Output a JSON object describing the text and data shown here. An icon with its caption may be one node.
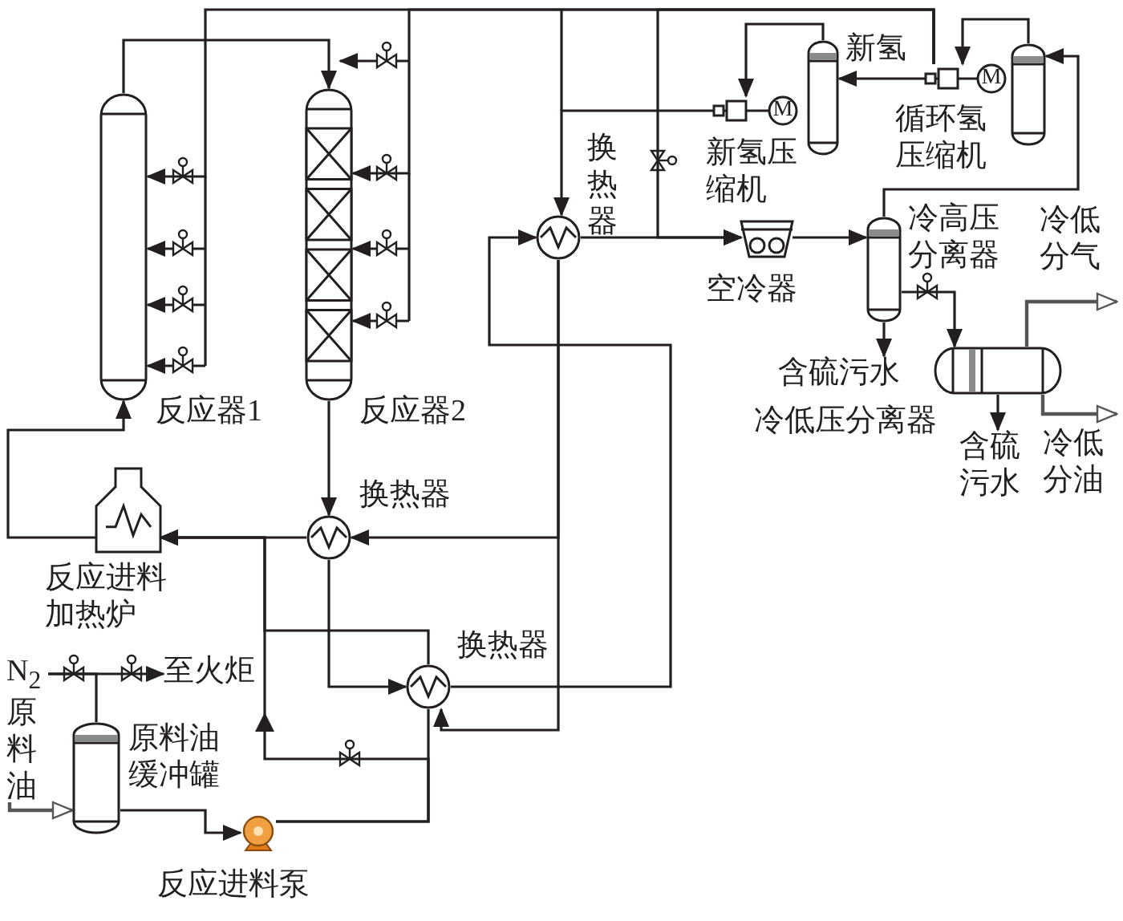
{
  "diagram": {
    "nodes": [
      {
        "text": [
          "反应器1"
        ]
      },
      {
        "text": [
          "反应器2"
        ]
      },
      {
        "text": [
          "换热器"
        ]
      },
      {
        "text": [
          "新氢压缩机"
        ]
      },
      {
        "text": [],
        "shape": "cylinder",
        "beside": [
          "新氢"
        ]
      },
      {
        "text": [
          "循环氢压缩机"
        ]
      },
      {
        "text": [],
        "shape": "cylinder"
      },
      {
        "text": [
          "空冷器"
        ]
      },
      {
        "text": [
          "冷高压分离器"
        ]
      },
      {
        "text": [
          "冷低压分离器"
        ]
      },
      {
        "text": [
          "含硫污水"
        ]
      },
      {
        "text": [
          "换热器"
        ]
      },
      {
        "text": [
          "反应进料加热炉"
        ]
      },
      {
        "text": [
          "换热器"
        ]
      },
      {
        "text": [
          "原料油缓冲罐"
        ]
      },
      {
        "text": [
          "反应进料泵"
        ]
      },
      {
        "text": [
          "至火炬"
        ]
      },
      {
        "text": [
          "N$_{2}$"
        ]
      },
      {
        "text": [
          "含硫污水"
        ]
      },
      {
        "text": [
          "冷低分气"
        ]
      },
      {
        "text": [
          "冷低分油"
        ]
      },
      {
        "text": [
          "原料油"
        ]
      }
    ],
    "edges": [
      {
        "from": 12,
        "to": 0,
        "arrow": "to"
      },
      {
        "from": 0,
        "to": 1,
        "arrow": "to"
      },
      {
        "from": 1,
        "to": 11,
        "arrow": "to"
      },
      {
        "from": 11,
        "to": 12,
        "arrow": "to"
      },
      {
        "from": 11,
        "to": 13,
        "arrow": "to"
      },
      {
        "from": 2,
        "to": 11,
        "arrow": "to"
      },
      {
        "from": 2,
        "to": 13,
        "arrow": "to"
      },
      {
        "from": 13,
        "to": 2,
        "arrow": "to"
      },
      {
        "from": 15,
        "to": 13,
        "arrow": "none"
      },
      {
        "from": 13,
        "to": 12,
        "arrow": "to"
      },
      {
        "from": 2,
        "to": 7,
        "arrow": "to"
      },
      {
        "from": 7,
        "to": 8,
        "arrow": "to"
      },
      {
        "from": 8,
        "to": 6,
        "arrow": "to"
      },
      {
        "from": 6,
        "to": 5,
        "arrow": "to"
      },
      {
        "from": 4,
        "to": 3,
        "arrow": "to"
      },
      {
        "from": 5,
        "to": 4,
        "arrow": "to"
      },
      {
        "from": 5,
        "to": 1,
        "arrow": "to"
      },
      {
        "from": 5,
        "to": 0,
        "arrow": "to"
      },
      {
        "from": 3,
        "to": 2,
        "arrow": "to"
      },
      {
        "from": 5,
        "to": 7,
        "arrow": "to"
      },
      {
        "from": 8,
        "to": 18,
        "arrow": "to"
      },
      {
        "from": 8,
        "to": 9,
        "arrow": "to"
      },
      {
        "from": 9,
        "to": 19,
        "arrow": "to"
      },
      {
        "from": 9,
        "to": 20,
        "arrow": "to"
      },
      {
        "from": 9,
        "to": 10,
        "arrow": "to"
      },
      {
        "from": 14,
        "to": 15,
        "arrow": "to"
      },
      {
        "from": 21,
        "to": 14,
        "arrow": "to"
      },
      {
        "from": 17,
        "to": 16,
        "arrow": "to"
      },
      {
        "from": 17,
        "to": 14,
        "arrow": "none"
      },
      {
        "from": 15,
        "to": 12,
        "arrow": "to"
      }
    ],
    "labels": [
      "M",
      "M"
    ]
  }
}
